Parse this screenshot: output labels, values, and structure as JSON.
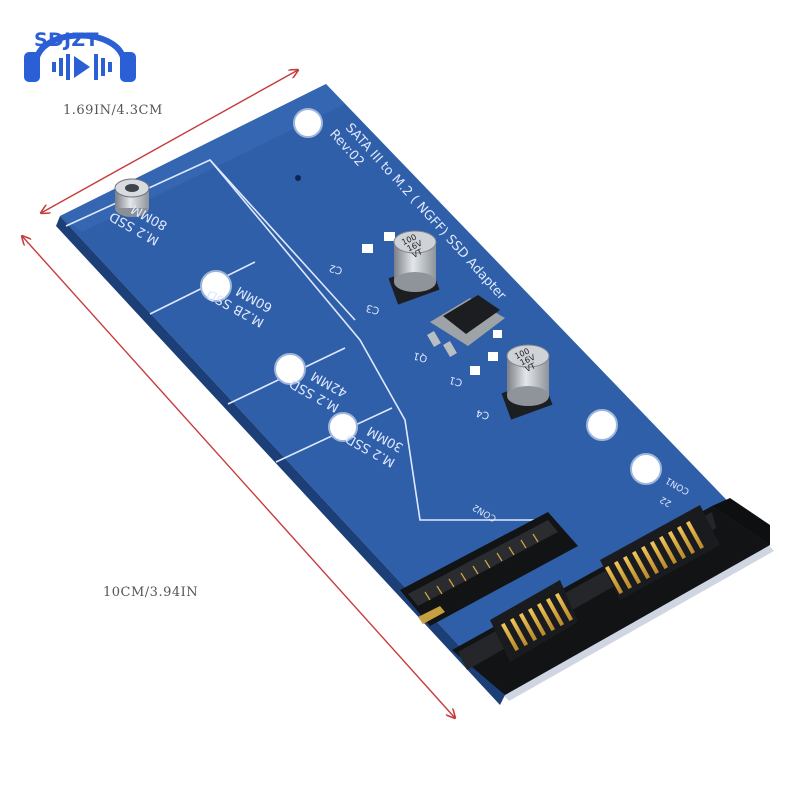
{
  "brand": {
    "logo_text": "SDJZT",
    "primary_color": "#2a5fd6",
    "logo_icon": "headphones-icon"
  },
  "dimensions": {
    "width_label": "1.69IN/4.3CM",
    "length_label": "10CM/3.94IN",
    "arrow_color": "#c83a3a"
  },
  "board": {
    "pcb_color": "#2f5fa8",
    "title_line1": "SATA III to M.2 ( NGFF) SSD Adapter",
    "title_line2": "Rev:02",
    "slots": [
      {
        "size": "80MM",
        "label": "M.2 SSD"
      },
      {
        "size": "60MM",
        "label": "M.2B SSD"
      },
      {
        "size": "42MM",
        "label": "M.2 SSD"
      },
      {
        "size": "30MM",
        "label": "M.2 SSD"
      }
    ],
    "capacitor_marking": [
      "100",
      "16V",
      "VT"
    ],
    "components": {
      "c1": "C1",
      "c2": "C2",
      "c3": "C3",
      "c4": "C4",
      "q1": "Q1"
    },
    "connectors": {
      "m2": "CON2",
      "sata": "CON1",
      "sata_pin": "22"
    }
  }
}
